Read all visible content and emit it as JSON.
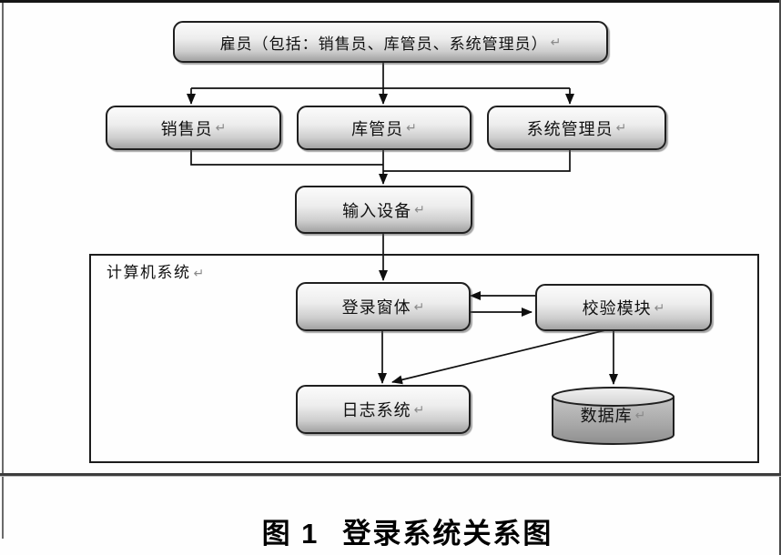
{
  "diagram": {
    "return_mark": "↵",
    "container_label": "计算机系统",
    "nodes": {
      "employee": {
        "label": "雇员（包括：销售员、库管员、系统管理员）"
      },
      "sales": {
        "label": "销售员"
      },
      "warehouse": {
        "label": "库管员"
      },
      "admin": {
        "label": "系统管理员"
      },
      "input_device": {
        "label": "输入设备"
      },
      "login_form": {
        "label": "登录窗体"
      },
      "verify_module": {
        "label": "校验模块"
      },
      "log_system": {
        "label": "日志系统"
      },
      "database": {
        "label": "数据库"
      }
    },
    "edges": [
      "employee -> sales",
      "employee -> warehouse",
      "employee -> admin",
      "sales -> input_device",
      "warehouse -> input_device",
      "admin -> input_device",
      "input_device -> login_form",
      "verify_module -> login_form",
      "login_form -> verify_module",
      "login_form -> log_system",
      "verify_module -> log_system",
      "verify_module -> database"
    ],
    "colors": {
      "node_fill_top": "#fbfbfb",
      "node_fill_bottom": "#a2a2a2",
      "node_border": "#1f1f1f",
      "line": "#0f0f0f"
    }
  },
  "caption": {
    "figure_label": "图 1",
    "figure_title": "登录系统关系图"
  }
}
